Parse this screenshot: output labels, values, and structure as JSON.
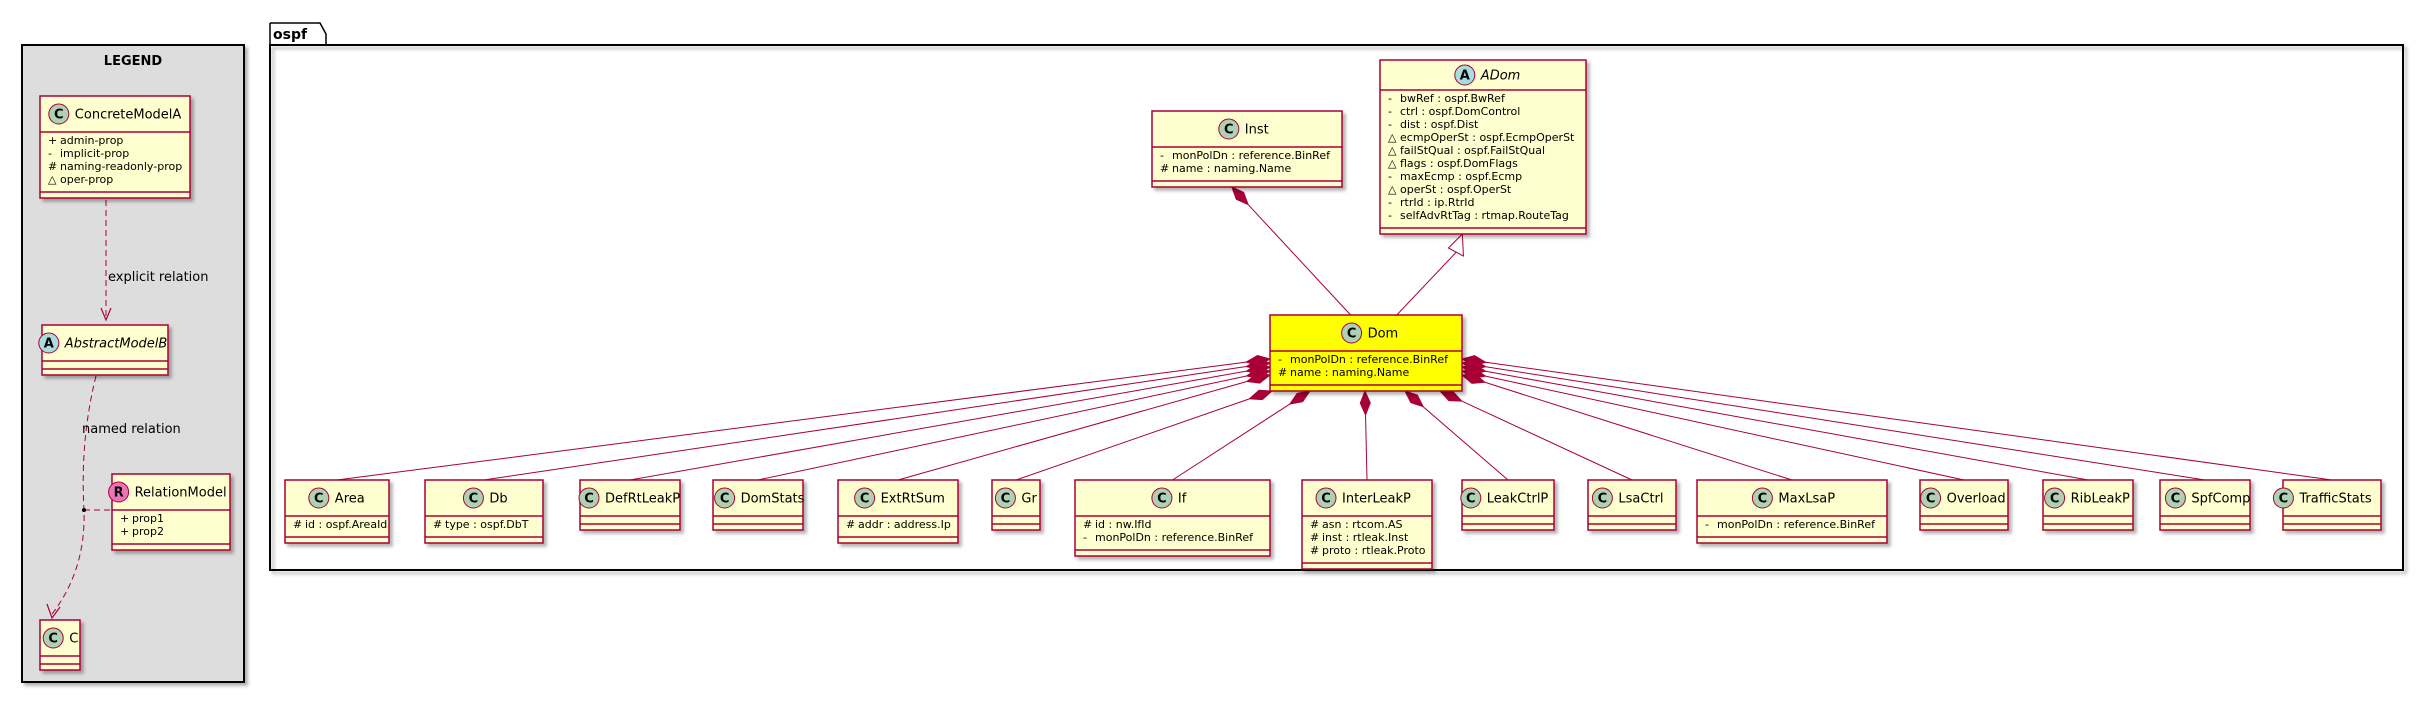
{
  "package": {
    "name": "ospf"
  },
  "legend": {
    "title": "LEGEND",
    "concrete": {
      "name": "ConcreteModelA",
      "badge": "C",
      "attrs": [
        {
          "vis": "+",
          "text": "admin-prop"
        },
        {
          "vis": "-",
          "text": "implicit-prop"
        },
        {
          "vis": "#",
          "text": "naming-readonly-prop"
        },
        {
          "vis": "△",
          "text": "oper-prop"
        }
      ]
    },
    "explicit_label": "explicit relation",
    "abstract": {
      "name": "AbstractModelB",
      "badge": "A"
    },
    "named_label": "named relation",
    "relation": {
      "name": "RelationModel",
      "badge": "R",
      "attrs": [
        {
          "vis": "+",
          "text": "prop1"
        },
        {
          "vis": "+",
          "text": "prop2"
        }
      ]
    },
    "c": {
      "name": "C",
      "badge": "C"
    }
  },
  "classes": {
    "inst": {
      "name": "Inst",
      "badge": "C",
      "attrs": [
        {
          "vis": "-",
          "text": "monPolDn : reference.BinRef"
        },
        {
          "vis": "#",
          "text": "name : naming.Name"
        }
      ]
    },
    "adom": {
      "name": "ADom",
      "badge": "A",
      "attrs": [
        {
          "vis": "-",
          "text": "bwRef : ospf.BwRef"
        },
        {
          "vis": "-",
          "text": "ctrl : ospf.DomControl"
        },
        {
          "vis": "-",
          "text": "dist : ospf.Dist"
        },
        {
          "vis": "△",
          "text": "ecmpOperSt : ospf.EcmpOperSt"
        },
        {
          "vis": "△",
          "text": "failStQual : ospf.FailStQual"
        },
        {
          "vis": "△",
          "text": "flags : ospf.DomFlags"
        },
        {
          "vis": "-",
          "text": "maxEcmp : ospf.Ecmp"
        },
        {
          "vis": "△",
          "text": "operSt : ospf.OperSt"
        },
        {
          "vis": "-",
          "text": "rtrId : ip.RtrId"
        },
        {
          "vis": "-",
          "text": "selfAdvRtTag : rtmap.RouteTag"
        }
      ]
    },
    "dom": {
      "name": "Dom",
      "badge": "C",
      "highlight": "#ffff00",
      "attrs": [
        {
          "vis": "-",
          "text": "monPolDn : reference.BinRef"
        },
        {
          "vis": "#",
          "text": "name : naming.Name"
        }
      ]
    },
    "children": [
      {
        "name": "Area",
        "badge": "C",
        "attrs": [
          {
            "vis": "#",
            "text": "id : ospf.AreaId"
          }
        ]
      },
      {
        "name": "Db",
        "badge": "C",
        "attrs": [
          {
            "vis": "#",
            "text": "type : ospf.DbT"
          }
        ]
      },
      {
        "name": "DefRtLeakP",
        "badge": "C",
        "attrs": []
      },
      {
        "name": "DomStats",
        "badge": "C",
        "attrs": []
      },
      {
        "name": "ExtRtSum",
        "badge": "C",
        "attrs": [
          {
            "vis": "#",
            "text": "addr : address.Ip"
          }
        ]
      },
      {
        "name": "Gr",
        "badge": "C",
        "attrs": []
      },
      {
        "name": "If",
        "badge": "C",
        "attrs": [
          {
            "vis": "#",
            "text": "id : nw.IfId"
          },
          {
            "vis": "-",
            "text": "monPolDn : reference.BinRef"
          }
        ]
      },
      {
        "name": "InterLeakP",
        "badge": "C",
        "attrs": [
          {
            "vis": "#",
            "text": "asn : rtcom.AS"
          },
          {
            "vis": "#",
            "text": "inst : rtleak.Inst"
          },
          {
            "vis": "#",
            "text": "proto : rtleak.Proto"
          }
        ]
      },
      {
        "name": "LeakCtrlP",
        "badge": "C",
        "attrs": []
      },
      {
        "name": "LsaCtrl",
        "badge": "C",
        "attrs": []
      },
      {
        "name": "MaxLsaP",
        "badge": "C",
        "attrs": [
          {
            "vis": "-",
            "text": "monPolDn : reference.BinRef"
          }
        ]
      },
      {
        "name": "Overload",
        "badge": "C",
        "attrs": []
      },
      {
        "name": "RibLeakP",
        "badge": "C",
        "attrs": []
      },
      {
        "name": "SpfComp",
        "badge": "C",
        "attrs": []
      },
      {
        "name": "TrafficStats",
        "badge": "C",
        "attrs": []
      }
    ]
  },
  "colors": {
    "class_fill": "#fefece",
    "class_border": "#a80036",
    "highlight": "#ffff00",
    "legend_fill": "#dddddd",
    "badge_class": "#add1b2",
    "badge_abstract": "#a9dcdf",
    "badge_relation": "#eb74b9"
  }
}
